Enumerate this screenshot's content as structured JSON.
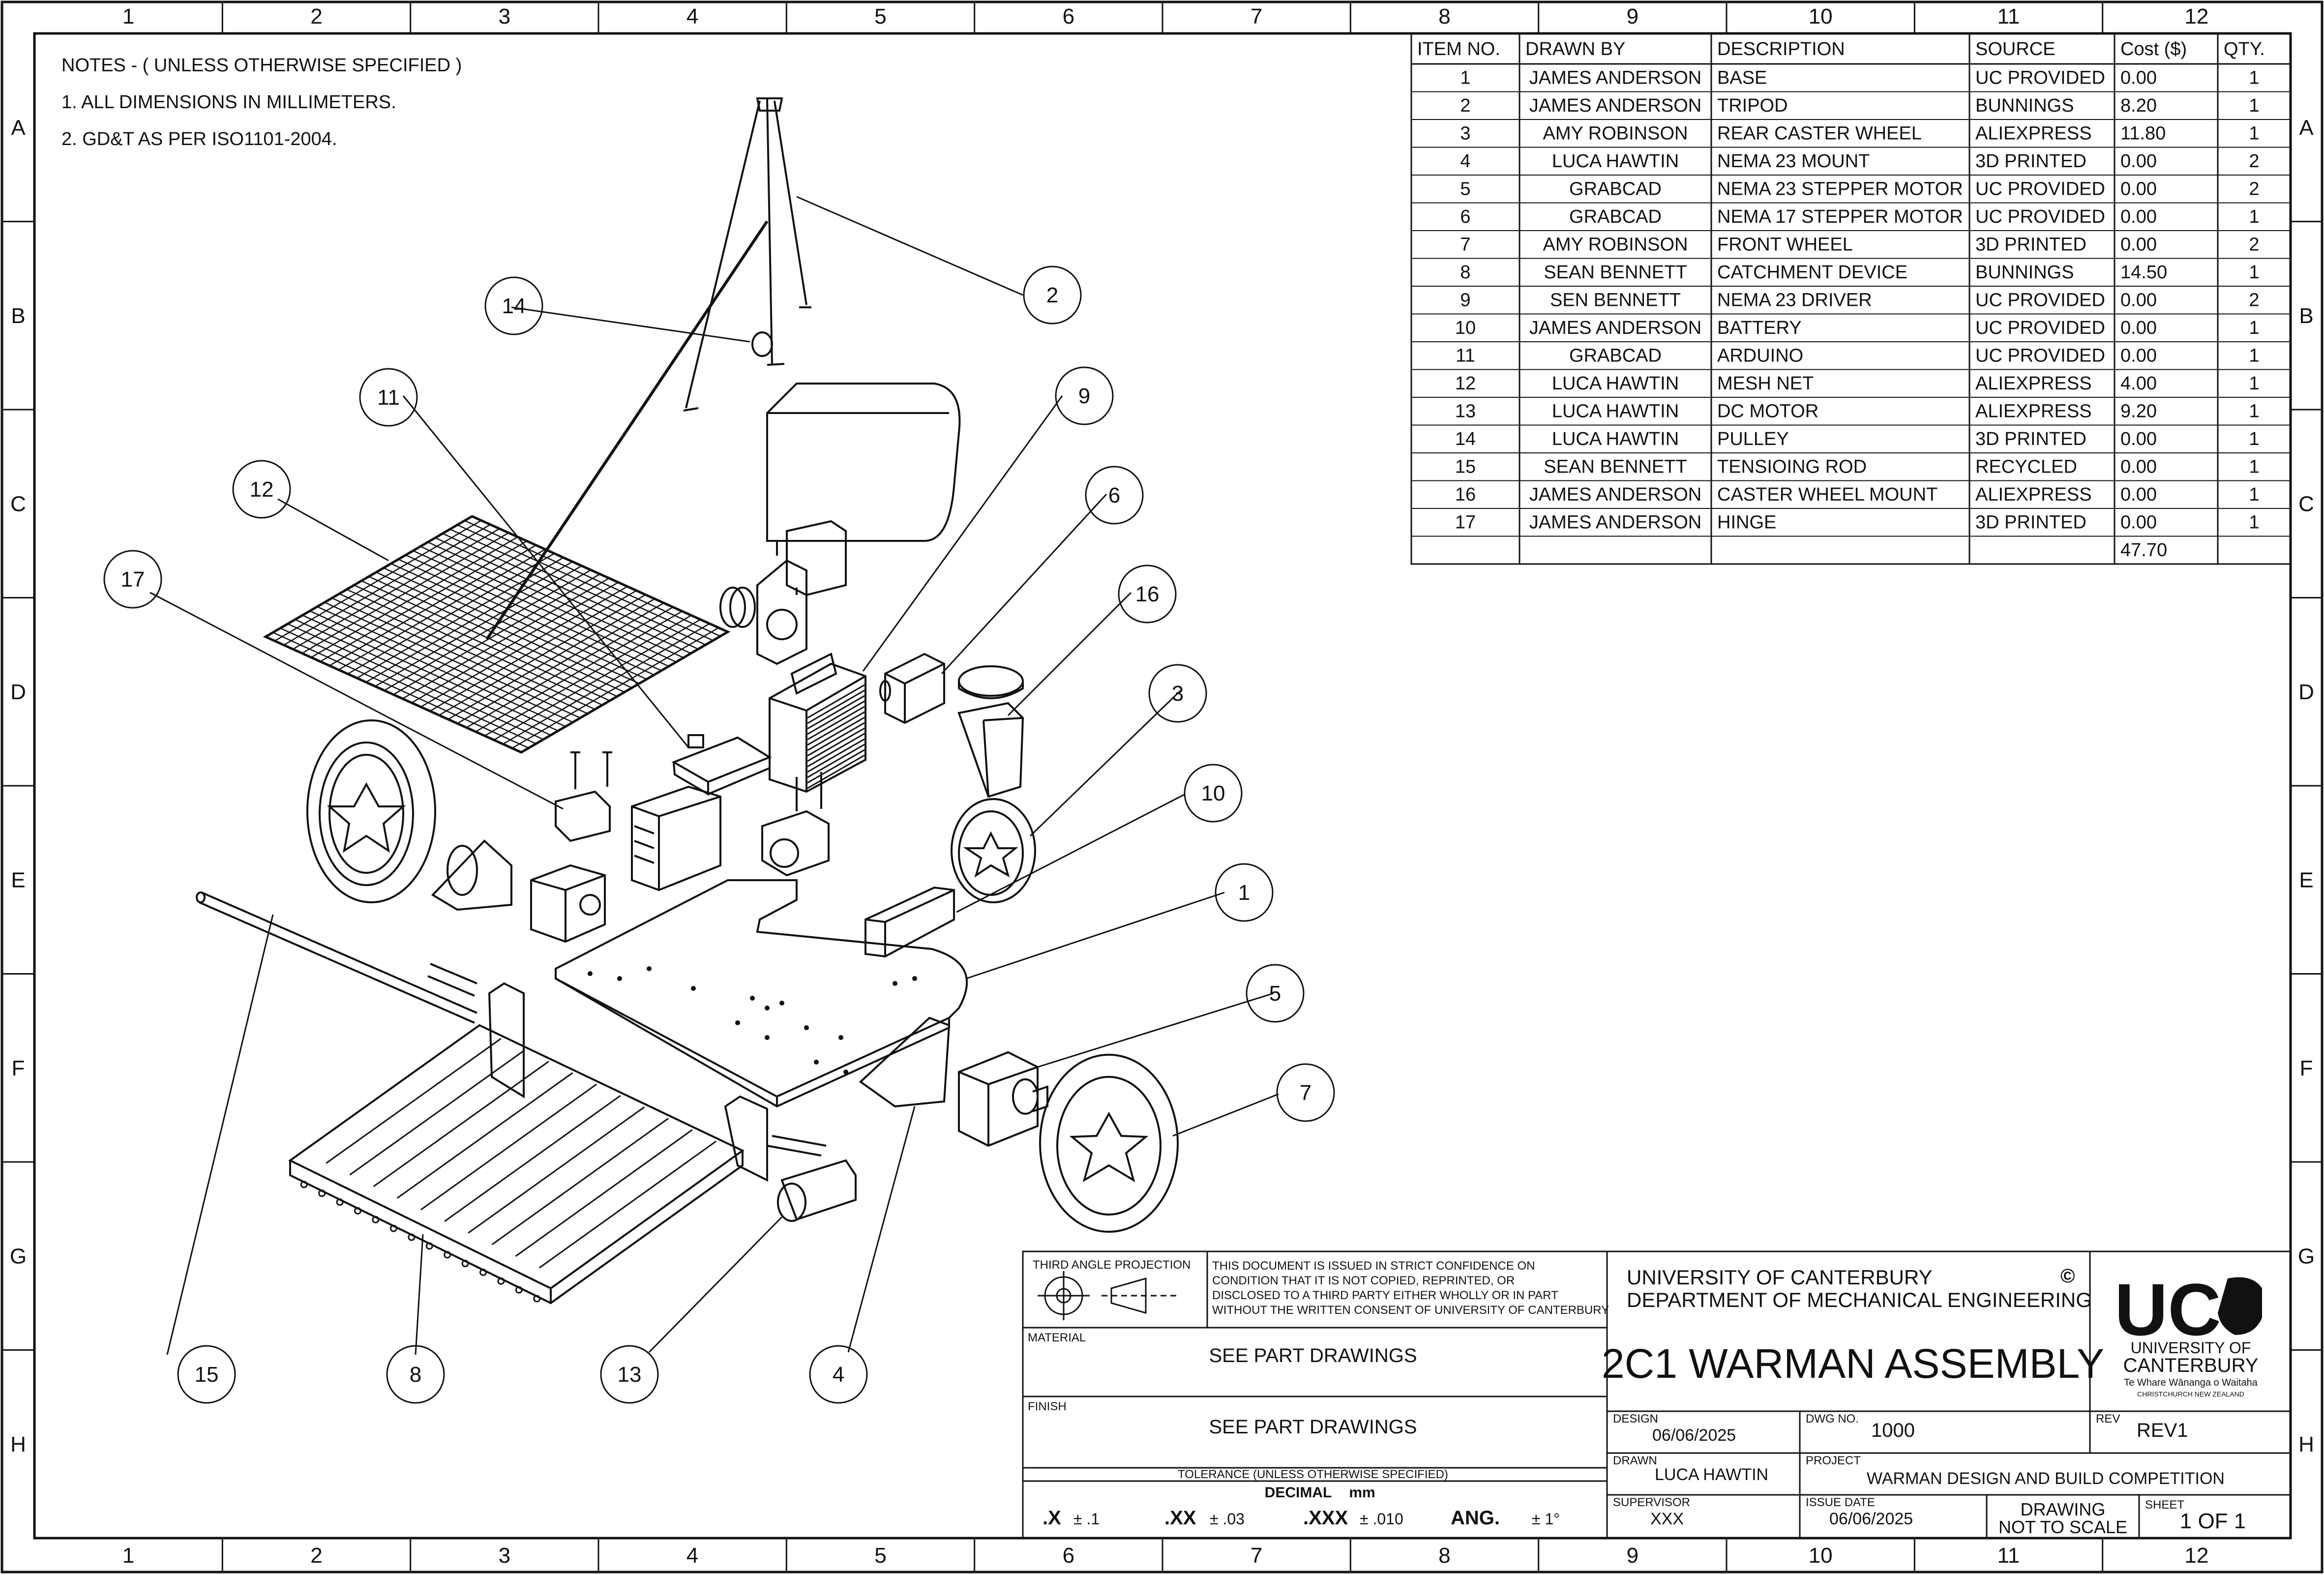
{
  "zone_columns": [
    "1",
    "2",
    "3",
    "4",
    "5",
    "6",
    "7",
    "8",
    "9",
    "10",
    "11",
    "12"
  ],
  "zone_rows": [
    "A",
    "B",
    "C",
    "D",
    "E",
    "F",
    "G",
    "H"
  ],
  "notes": {
    "heading": "NOTES - ( UNLESS OTHERWISE SPECIFIED )",
    "items": [
      "1.  ALL DIMENSIONS IN  MILLIMETERS.",
      "2.  GD&T AS PER ISO1101-2004."
    ]
  },
  "bom": {
    "headers": [
      "ITEM NO.",
      "DRAWN BY",
      "DESCRIPTION",
      "SOURCE",
      "Cost ($)",
      "QTY."
    ],
    "rows": [
      [
        "1",
        "JAMES ANDERSON",
        "BASE",
        "UC PROVIDED",
        "0.00",
        "1"
      ],
      [
        "2",
        "JAMES ANDERSON",
        "TRIPOD",
        "BUNNINGS",
        "8.20",
        "1"
      ],
      [
        "3",
        "AMY ROBINSON",
        "REAR CASTER WHEEL",
        "ALIEXPRESS",
        "11.80",
        "1"
      ],
      [
        "4",
        "LUCA HAWTIN",
        "NEMA 23 MOUNT",
        "3D PRINTED",
        "0.00",
        "2"
      ],
      [
        "5",
        "GRABCAD",
        "NEMA 23 STEPPER MOTOR",
        "UC PROVIDED",
        "0.00",
        "2"
      ],
      [
        "6",
        "GRABCAD",
        "NEMA 17 STEPPER MOTOR",
        "UC PROVIDED",
        "0.00",
        "1"
      ],
      [
        "7",
        "AMY ROBINSON",
        "FRONT WHEEL",
        "3D PRINTED",
        "0.00",
        "2"
      ],
      [
        "8",
        "SEAN BENNETT",
        "CATCHMENT DEVICE",
        "BUNNINGS",
        "14.50",
        "1"
      ],
      [
        "9",
        "SEN BENNETT",
        "NEMA 23 DRIVER",
        "UC PROVIDED",
        "0.00",
        "2"
      ],
      [
        "10",
        "JAMES ANDERSON",
        "BATTERY",
        "UC PROVIDED",
        "0.00",
        "1"
      ],
      [
        "11",
        "GRABCAD",
        "ARDUINO",
        "UC PROVIDED",
        "0.00",
        "1"
      ],
      [
        "12",
        "LUCA HAWTIN",
        "MESH NET",
        "ALIEXPRESS",
        "4.00",
        "1"
      ],
      [
        "13",
        "LUCA HAWTIN",
        "DC MOTOR",
        "ALIEXPRESS",
        "9.20",
        "1"
      ],
      [
        "14",
        "LUCA HAWTIN",
        "PULLEY",
        "3D PRINTED",
        "0.00",
        "1"
      ],
      [
        "15",
        "SEAN BENNETT",
        "TENSIOING ROD",
        "RECYCLED",
        "0.00",
        "1"
      ],
      [
        "16",
        "JAMES ANDERSON",
        "CASTER WHEEL MOUNT",
        "ALIEXPRESS",
        "0.00",
        "1"
      ],
      [
        "17",
        "JAMES ANDERSON",
        "HINGE",
        "3D PRINTED",
        "0.00",
        "1"
      ]
    ],
    "total_cost": "47.70"
  },
  "balloons": [
    "1",
    "2",
    "3",
    "4",
    "5",
    "6",
    "7",
    "8",
    "9",
    "10",
    "11",
    "12",
    "13",
    "14",
    "15",
    "16",
    "17"
  ],
  "title_block": {
    "projection_label": "THIRD ANGLE PROJECTION",
    "confidentiality": [
      "THIS DOCUMENT IS ISSUED IN STRICT CONFIDENCE ON",
      "CONDITION THAT IT IS NOT COPIED, REPRINTED, OR",
      "DISCLOSED TO A THIRD PARTY EITHER WHOLLY OR IN PART",
      "WITHOUT THE WRITTEN CONSENT OF UNIVERSITY OF CANTERBURY"
    ],
    "material_label": "MATERIAL",
    "material_value": "SEE PART DRAWINGS",
    "finish_label": "FINISH",
    "finish_value": "SEE PART DRAWINGS",
    "tolerance_label": "TOLERANCE (UNLESS OTHERWISE SPECIFIED)",
    "decimal_label": "DECIMAL",
    "decimal_unit": "mm",
    "tolerances": [
      {
        "fmt": ".X",
        "tol": "± .1"
      },
      {
        "fmt": ".XX",
        "tol": "± .03"
      },
      {
        "fmt": ".XXX",
        "tol": "± .010"
      },
      {
        "fmt": "ANG.",
        "tol": "± 1°"
      }
    ],
    "university": "UNIVERSITY OF CANTERBURY",
    "department": "DEPARTMENT OF MECHANICAL ENGINEERING",
    "copyright": "©",
    "drawing_title": "2C1 WARMAN ASSEMBLY",
    "logo_letters": "UC",
    "logo_line1": "UNIVERSITY OF",
    "logo_line2": "CANTERBURY",
    "logo_tagline": "Te Whare Wānanga o Waitaha",
    "logo_subline": "CHRISTCHURCH NEW ZEALAND",
    "design_label": "DESIGN",
    "design_value": "06/06/2025",
    "dwg_no_label": "DWG NO.",
    "dwg_no_value": "1000",
    "rev_label": "REV",
    "rev_value": "REV1",
    "drawn_label": "DRAWN",
    "drawn_value": "LUCA HAWTIN",
    "project_label": "PROJECT",
    "project_value": "WARMAN DESIGN AND BUILD COMPETITION",
    "supervisor_label": "SUPERVISOR",
    "supervisor_value": "XXX",
    "issue_date_label": "ISSUE DATE",
    "issue_date_value": "06/06/2025",
    "scale_line1": "DRAWING",
    "scale_line2": "NOT TO SCALE",
    "sheet_label": "SHEET",
    "sheet_value": "1 OF 1"
  }
}
